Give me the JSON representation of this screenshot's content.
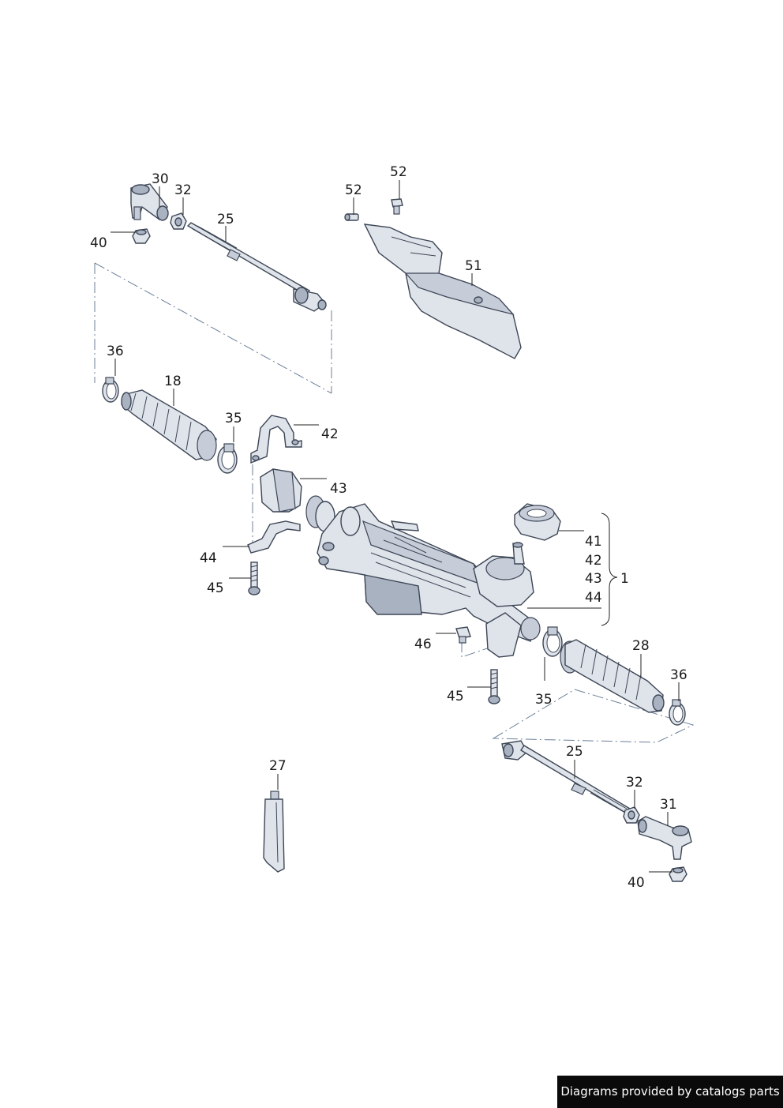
{
  "callouts": {
    "c30": "30",
    "c32a": "32",
    "c25a": "25",
    "c40a": "40",
    "c52a": "52",
    "c52b": "52",
    "c51": "51",
    "c36a": "36",
    "c18": "18",
    "c35a": "35",
    "c42": "42",
    "c43": "43",
    "c44": "44",
    "c45a": "45",
    "c41r": "41",
    "c42r": "42",
    "c43r": "43",
    "c44r": "44",
    "c1": "1",
    "c46": "46",
    "c45b": "45",
    "c35b": "35",
    "c28": "28",
    "c36b": "36",
    "c25b": "25",
    "c32b": "32",
    "c31": "31",
    "c40b": "40",
    "c27": "27"
  },
  "credit": "Diagrams provided by catalogs parts"
}
